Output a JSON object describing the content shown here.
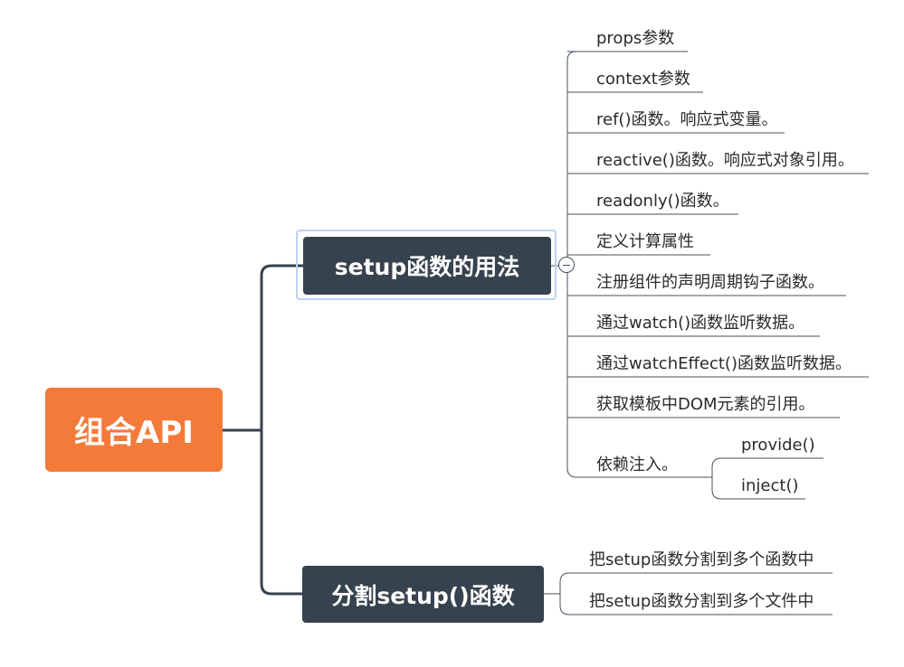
{
  "root": {
    "label": "组合API"
  },
  "branches": [
    {
      "label": "setup函数的用法",
      "collapse_control": "minus-icon",
      "leaves": [
        {
          "label": "props参数"
        },
        {
          "label": "context参数"
        },
        {
          "label": "ref()函数。响应式变量。"
        },
        {
          "label": "reactive()函数。响应式对象引用。"
        },
        {
          "label": "readonly()函数。"
        },
        {
          "label": "定义计算属性"
        },
        {
          "label": "注册组件的声明周期钩子函数。"
        },
        {
          "label": "通过watch()函数监听数据。"
        },
        {
          "label": "通过watchEffect()函数监听数据。"
        },
        {
          "label": "获取模板中DOM元素的引用。"
        },
        {
          "label": "依赖注入。",
          "children": [
            {
              "label": "provide()"
            },
            {
              "label": "inject()"
            }
          ]
        }
      ]
    },
    {
      "label": "分割setup()函数",
      "leaves": [
        {
          "label": "把setup函数分割到多个函数中"
        },
        {
          "label": "把setup函数分割到多个文件中"
        }
      ]
    }
  ],
  "colors": {
    "root_fill": "#f47a3a",
    "branch_fill": "#36424d",
    "connector": "#36424d",
    "leaf_line": "#44505c",
    "selection_outline": "#bcd3f1"
  }
}
